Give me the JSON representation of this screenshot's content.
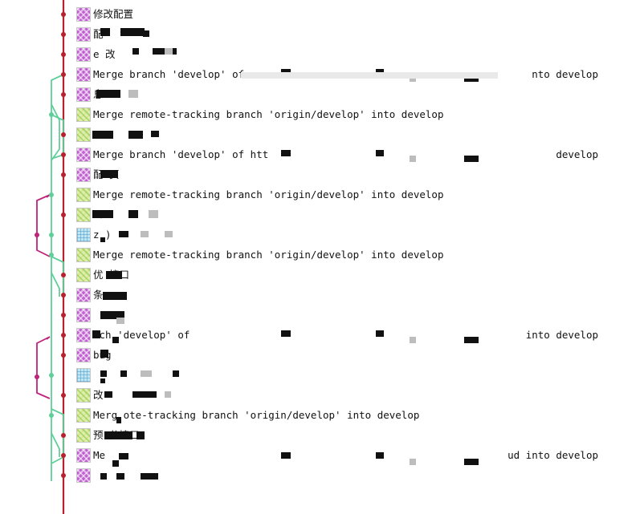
{
  "colors": {
    "main_line": "#b8202e",
    "branch_line": "#5fcf9a",
    "pink_line": "#c0237a"
  },
  "commits": [
    {
      "avatar": "purple",
      "message": "修改配置"
    },
    {
      "avatar": "purple",
      "message": "配"
    },
    {
      "avatar": "purple",
      "message": "e 改"
    },
    {
      "avatar": "purple",
      "message": "Merge branch 'develop' of",
      "message_tail": "nto develop"
    },
    {
      "avatar": "purple",
      "message": "息"
    },
    {
      "avatar": "green",
      "message": "Merge remote-tracking branch 'origin/develop' into develop"
    },
    {
      "avatar": "green",
      "message": ""
    },
    {
      "avatar": "purple",
      "message": "Merge branch 'develop' of htt",
      "message_tail": "develop"
    },
    {
      "avatar": "purple",
      "message": "配 页"
    },
    {
      "avatar": "green",
      "message": "Merge remote-tracking branch 'origin/develop' into develop"
    },
    {
      "avatar": "green",
      "message": "コ"
    },
    {
      "avatar": "blue",
      "message": "z )"
    },
    {
      "avatar": "green",
      "message": "Merge remote-tracking branch 'origin/develop' into develop"
    },
    {
      "avatar": "green",
      "message": "优 接口"
    },
    {
      "avatar": "purple",
      "message": "条"
    },
    {
      "avatar": "purple",
      "message": ""
    },
    {
      "avatar": "purple",
      "message": "nch 'develop' of",
      "message_tail": "into develop"
    },
    {
      "avatar": "purple",
      "message": "bug"
    },
    {
      "avatar": "blue",
      "message": ""
    },
    {
      "avatar": "green",
      "message": "改"
    },
    {
      "avatar": "green",
      "message": "Merg ote-tracking branch 'origin/develop' into develop"
    },
    {
      "avatar": "green",
      "message": "预 分接口"
    },
    {
      "avatar": "purple",
      "message": "Me",
      "message_tail": "ud into develop"
    },
    {
      "avatar": "purple",
      "message": ""
    }
  ]
}
